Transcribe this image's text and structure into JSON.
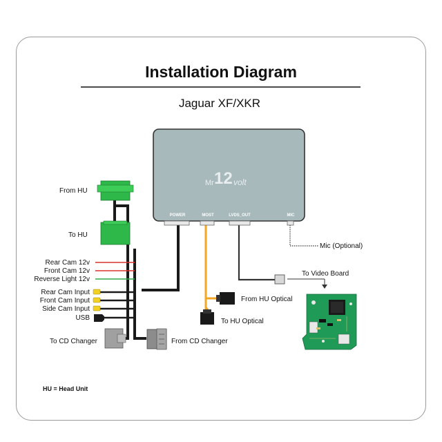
{
  "title": "Installation Diagram",
  "subtitle": "Jaguar XF/XKR",
  "module": {
    "logo_prefix": "Mr",
    "logo_number": "12",
    "logo_suffix": "volt",
    "ports": [
      "POWER",
      "MOST",
      "LVDS_OUT",
      "MIC"
    ]
  },
  "labels": {
    "from_hu": "From HU",
    "to_hu": "To HU",
    "rear_cam_12v": "Rear Cam 12v",
    "front_cam_12v": "Front Cam 12v",
    "reverse_light_12v": "Reverse Light 12v",
    "rear_cam_input": "Rear Cam Input",
    "front_cam_input": "Front Cam Input",
    "side_cam_input": "Side Cam Input",
    "usb": "USB",
    "to_cd_changer": "To CD Changer",
    "from_cd_changer": "From CD Changer",
    "from_hu_optical": "From HU Optical",
    "to_hu_optical": "To HU Optical",
    "to_video_board": "To Video Board",
    "mic_optional": "Mic (Optional)"
  },
  "footnote": "HU = Head Unit",
  "colors": {
    "module_fill": "#a7b9bb",
    "connector_green": "#2fb84a",
    "wire_red": "#d9322b",
    "wire_green": "#2fa84a",
    "wire_yellow": "#f2d024",
    "wire_orange": "#f5a623",
    "board_green": "#1f9a57"
  }
}
